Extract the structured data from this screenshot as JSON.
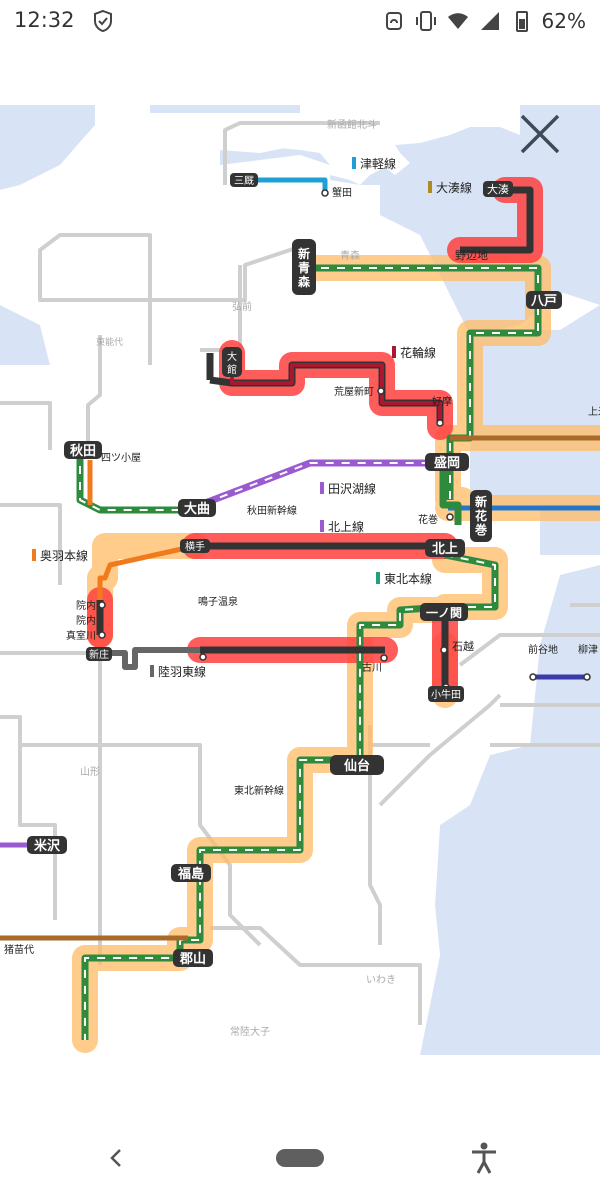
{
  "status_bar": {
    "time": "12:32",
    "battery": "62%"
  },
  "map": {
    "colors": {
      "water": "#d8e4f5",
      "disrupted": "#ff4040",
      "delayed": "#ffbb66",
      "tohoku_shinkansen": "#2e8b3e",
      "akita_shinkansen": "#2e8b3e",
      "tsugaru": "#1ea0d6",
      "ominato": "#b08a20",
      "hanawa": "#a81830",
      "tazawako": "#9a5ad0",
      "kitakami": "#9a5ad0",
      "ou": "#f07a1c",
      "rikuu_east": "#666666",
      "tohoku_main": "#20a080",
      "kamaishi": "#2277cc",
      "yamagata_line": "#a86a28"
    },
    "legend": {
      "tsugaru": "津軽線",
      "ominato": "大湊線",
      "hanawa": "花輪線",
      "tazawako": "田沢湖線",
      "akita_shinkansen": "秋田新幹線",
      "kitakami": "北上線",
      "tohoku_main": "東北本線",
      "ou": "奥羽本線",
      "rikuu_east": "陸羽東線",
      "tohoku_shinkansen": "東北新幹線"
    },
    "stations": {
      "shin_hakodate": "新函館北斗",
      "minmaya": "三厩",
      "kanita": "蟹田",
      "ominato": "大湊",
      "noheji": "野辺地",
      "shin_aomori": "新青森",
      "aomori": "青森",
      "hirosaki": "弘前",
      "hachinohe": "八戸",
      "higashi_noshiro": "東能代",
      "odate": "大館",
      "araya_shinmachi": "荒屋新町",
      "kozuya": "好摩",
      "kami_kuromai": "上米内",
      "morioka": "盛岡",
      "akita": "秋田",
      "yotsugoya": "四ツ小屋",
      "omagari": "大曲",
      "hanamaki": "花巻",
      "shin_hanamaki": "新花巻",
      "yokote": "横手",
      "kitakami": "北上",
      "innai": "院内",
      "nozoki": "院内",
      "ichinoseki": "一ノ関",
      "naruko_onsen": "鳴子温泉",
      "ishikoshi": "石越",
      "shinjo": "新庄",
      "furukawa": "古川",
      "maeyachi": "前谷地",
      "yanaizu": "柳津",
      "kogota": "小牛田",
      "yamagata": "山形",
      "sendai": "仙台",
      "yonezawa": "米沢",
      "fukushima": "福島",
      "koriyama": "郡山",
      "inawashiro": "猪苗代",
      "iwaki": "いわき",
      "hitachi_daigo": "常陸大子"
    }
  }
}
